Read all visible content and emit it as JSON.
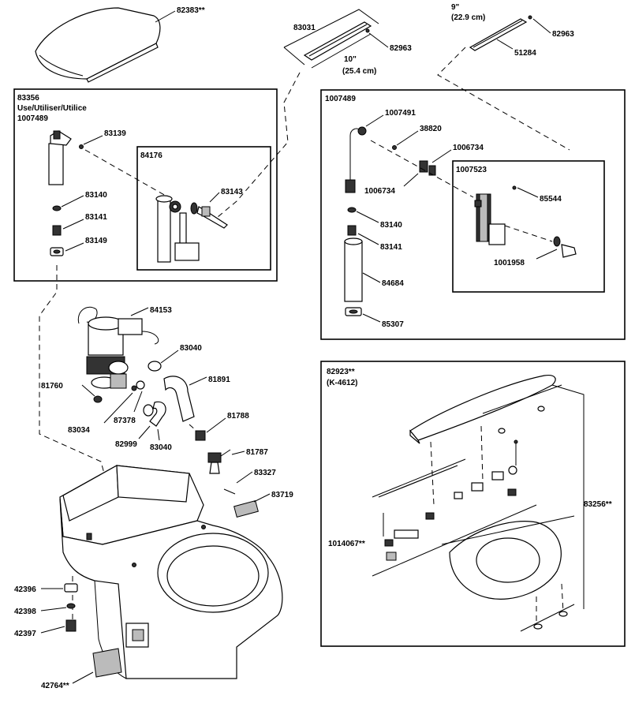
{
  "labels": {
    "p82383": "82383**",
    "p83031": "83031",
    "p82963a": "82963",
    "len10in": "10\"",
    "len10cm": "(25.4 cm)",
    "len9in": "9\"",
    "len9cm": "(22.9 cm)",
    "p82963b": "82963",
    "p51284": "51284",
    "p83356": "83356",
    "use_text": "Use/Utiliser/Utilice",
    "p1007489a": "1007489",
    "p83139": "83139",
    "p84176": "84176",
    "p83143": "83143",
    "p83140a": "83140",
    "p83141a": "83141",
    "p83149": "83149",
    "p1007489b": "1007489",
    "p1007491": "1007491",
    "p38820": "38820",
    "p1006734a": "1006734",
    "p1006734b": "1006734",
    "p1007523": "1007523",
    "p85544": "85544",
    "p83140b": "83140",
    "p83141b": "83141",
    "p1001958": "1001958",
    "p84684": "84684",
    "p85307": "85307",
    "p84153": "84153",
    "p83040a": "83040",
    "p81891": "81891",
    "p81760": "81760",
    "p83034": "83034",
    "p87378": "87378",
    "p82999": "82999",
    "p83040b": "83040",
    "p81788": "81788",
    "p81787": "81787",
    "p83327": "83327",
    "p83719": "83719",
    "p82923": "82923**",
    "pK4612": "(K-4612)",
    "p83256": "83256**",
    "p1014067": "1014067**",
    "p42396": "42396",
    "p42398": "42398",
    "p42397": "42397",
    "p42764": "42764**"
  }
}
